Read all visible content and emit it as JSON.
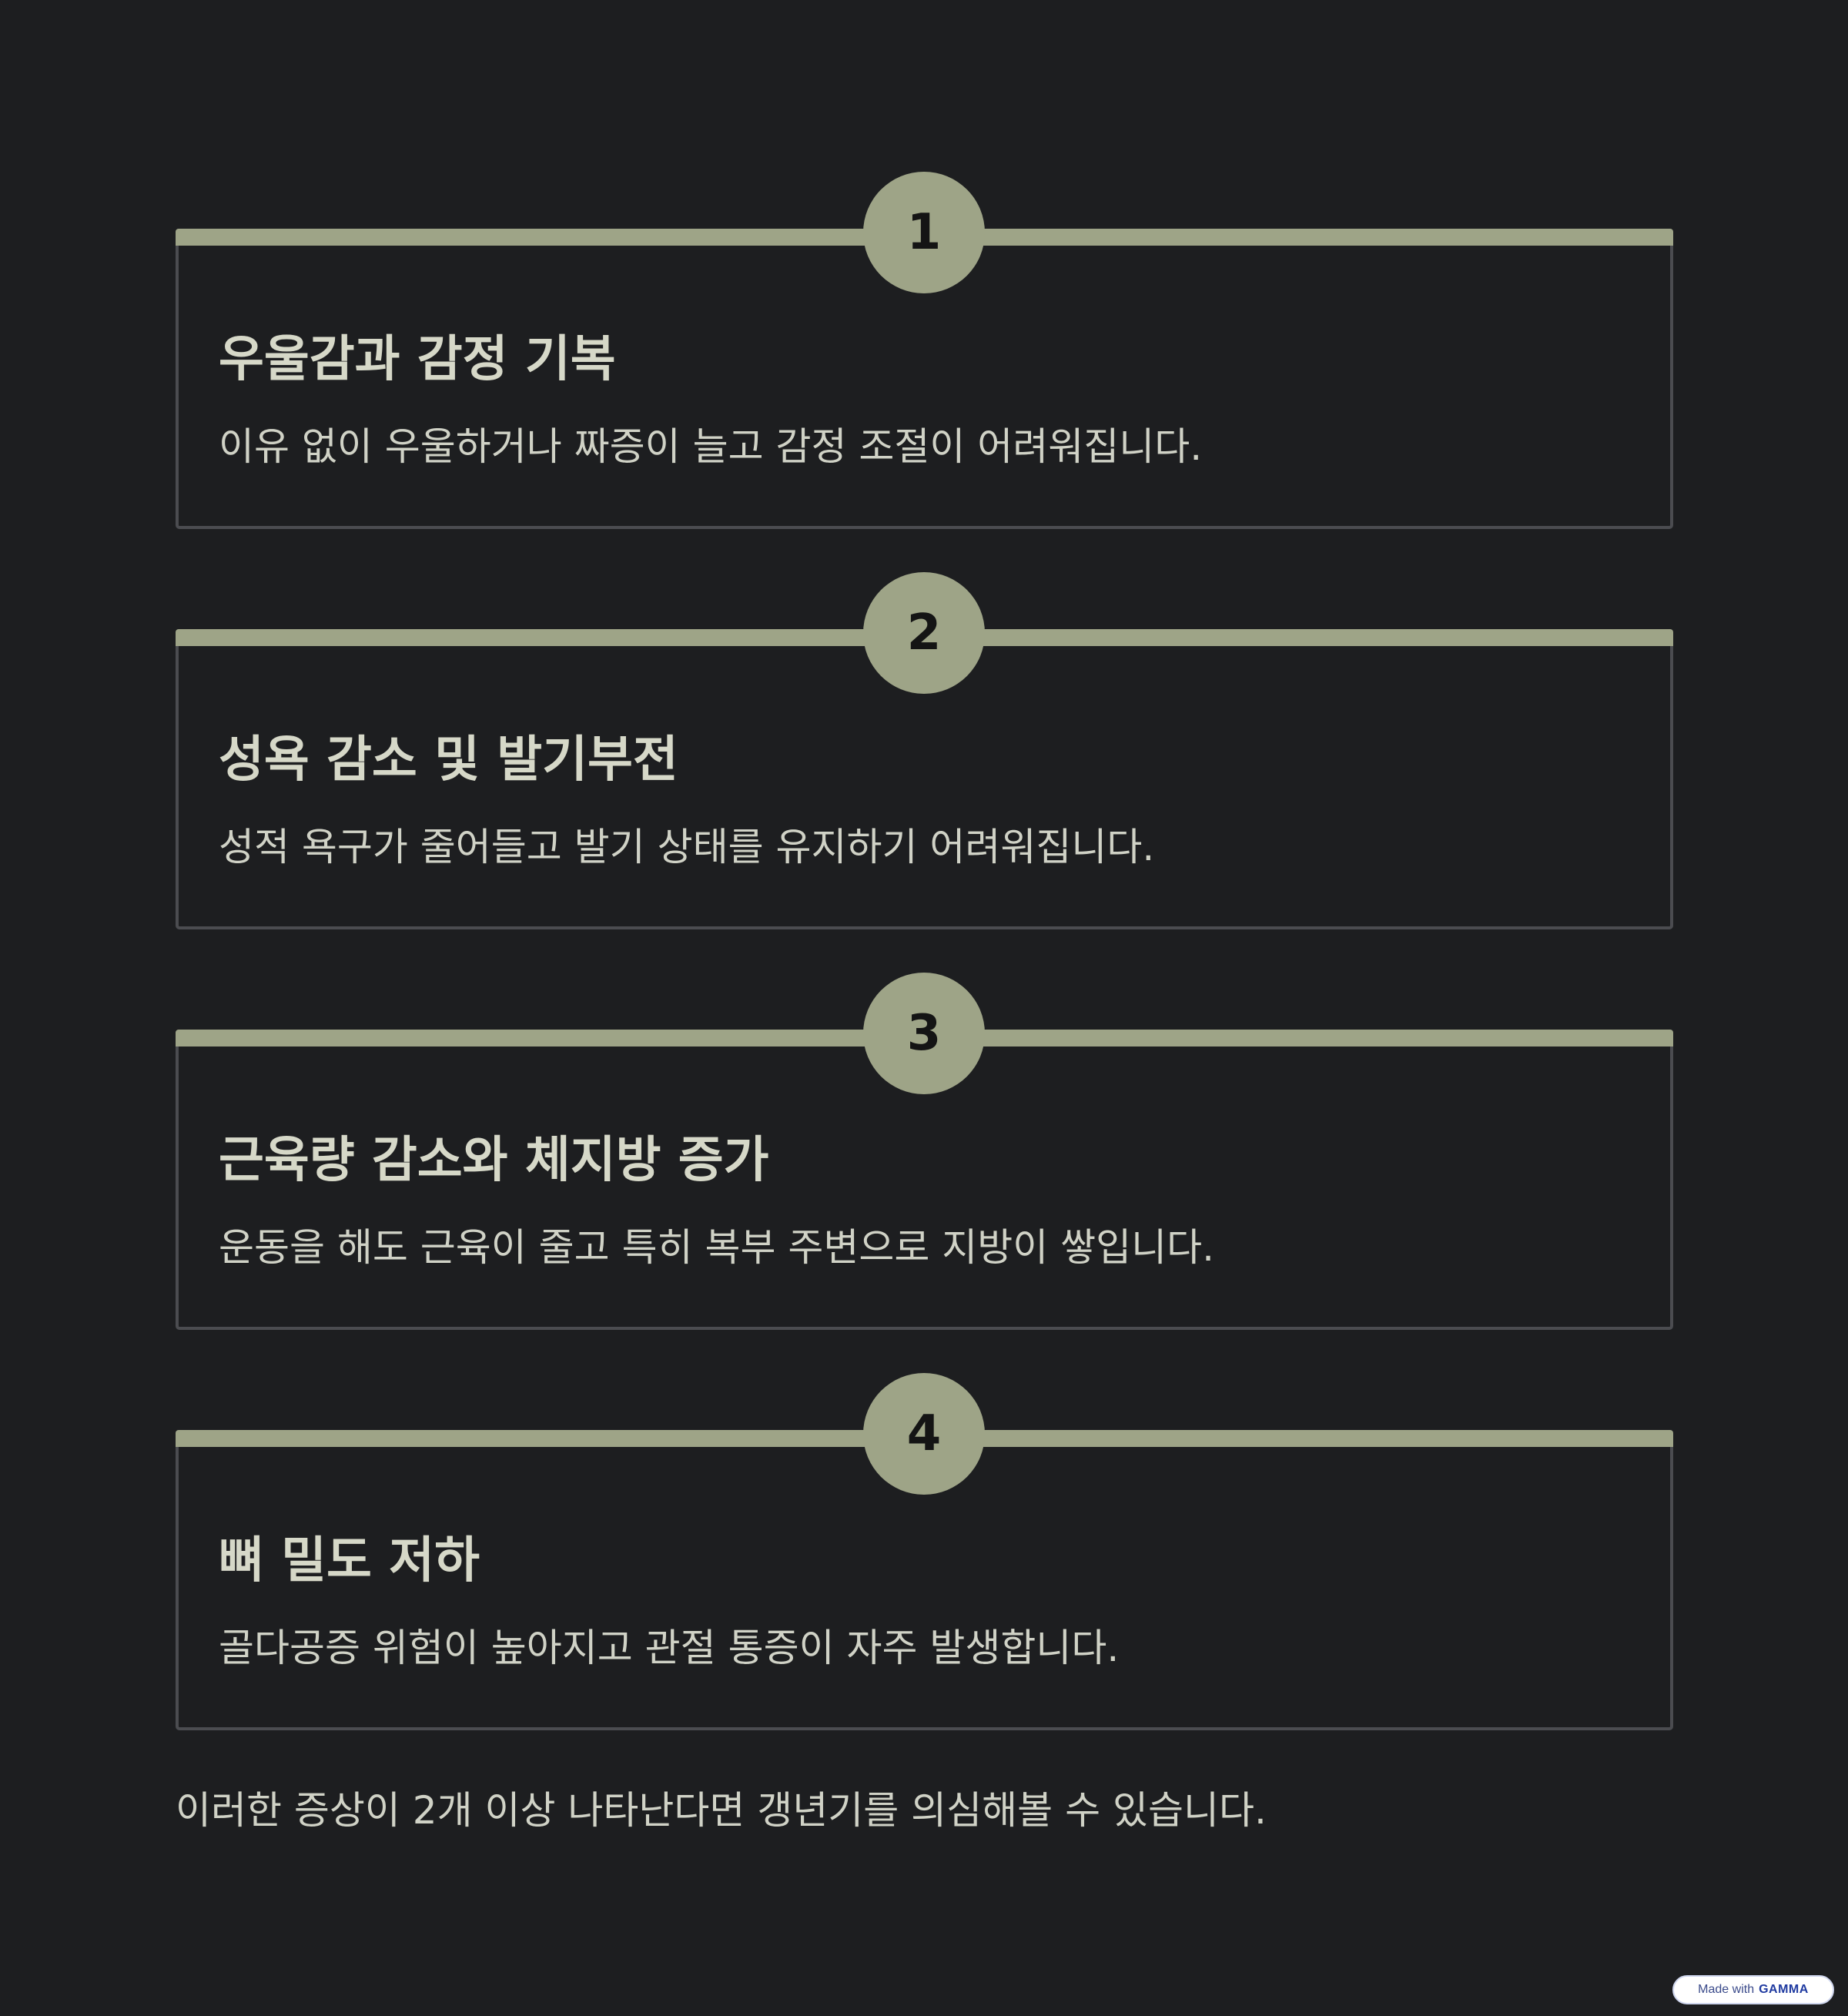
{
  "items": [
    {
      "number": "1",
      "title": "우울감과 감정 기복",
      "description": "이유 없이 우울하거나 짜증이 늘고 감정 조절이 어려워집니다."
    },
    {
      "number": "2",
      "title": "성욕 감소 및 발기부전",
      "description": "성적 욕구가 줄어들고 발기 상태를 유지하기 어려워집니다."
    },
    {
      "number": "3",
      "title": "근육량 감소와 체지방 증가",
      "description": "운동을 해도 근육이 줄고 특히 복부 주변으로 지방이 쌓입니다."
    },
    {
      "number": "4",
      "title": "뼈 밀도 저하",
      "description": "골다공증 위험이 높아지고 관절 통증이 자주 발생합니다."
    }
  ],
  "footer_note": "이러한 증상이 2개 이상 나타난다면 갱년기를 의심해볼 수 있습니다.",
  "badge": {
    "made_with": "Made with",
    "brand": "GAMMA"
  },
  "colors": {
    "background": "#1d1e20",
    "accent": "#9ea487",
    "border": "#4b4c50",
    "text": "#d0d2c6"
  }
}
